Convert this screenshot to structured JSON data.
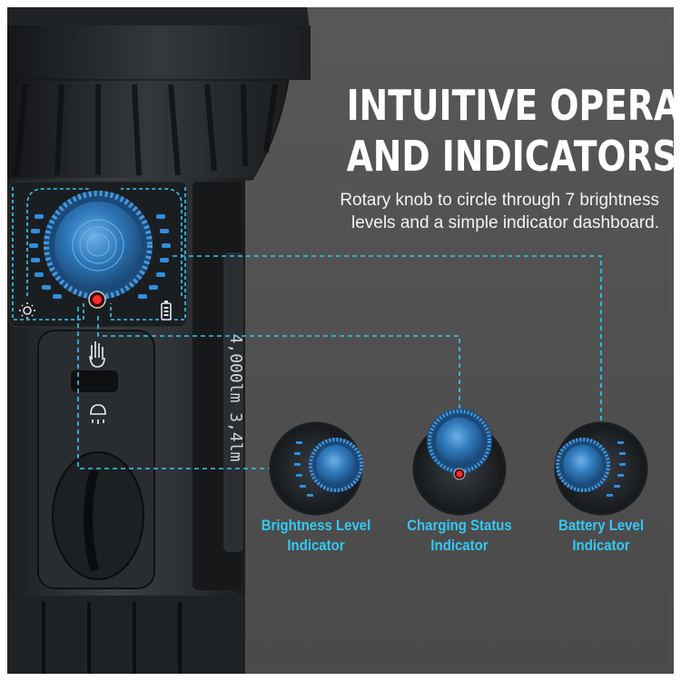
{
  "headline": {
    "line1": "INTUITIVE OPERATION",
    "line2": "AND INDICATORS"
  },
  "subtext": {
    "line1": "Rotary knob to circle through 7 brightness",
    "line2": "levels and a simple indicator dashboard."
  },
  "callouts": [
    {
      "line1": "Brightness Level",
      "line2": "Indicator"
    },
    {
      "line1": "Charging Status",
      "line2": "Indicator"
    },
    {
      "line1": "Battery Level",
      "line2": "Indicator"
    }
  ],
  "side_text": "4,000lm 3,4lm",
  "colors": {
    "background": "#555555",
    "accent_cyan": "#35c8f2",
    "knob_blue": "#2a77b8",
    "led_blue": "#2f8fe0",
    "led_red": "#ff2a2a",
    "headline": "#ffffff"
  },
  "icons": [
    "sun-icon",
    "battery-icon",
    "hand-icon",
    "lamp-icon"
  ]
}
